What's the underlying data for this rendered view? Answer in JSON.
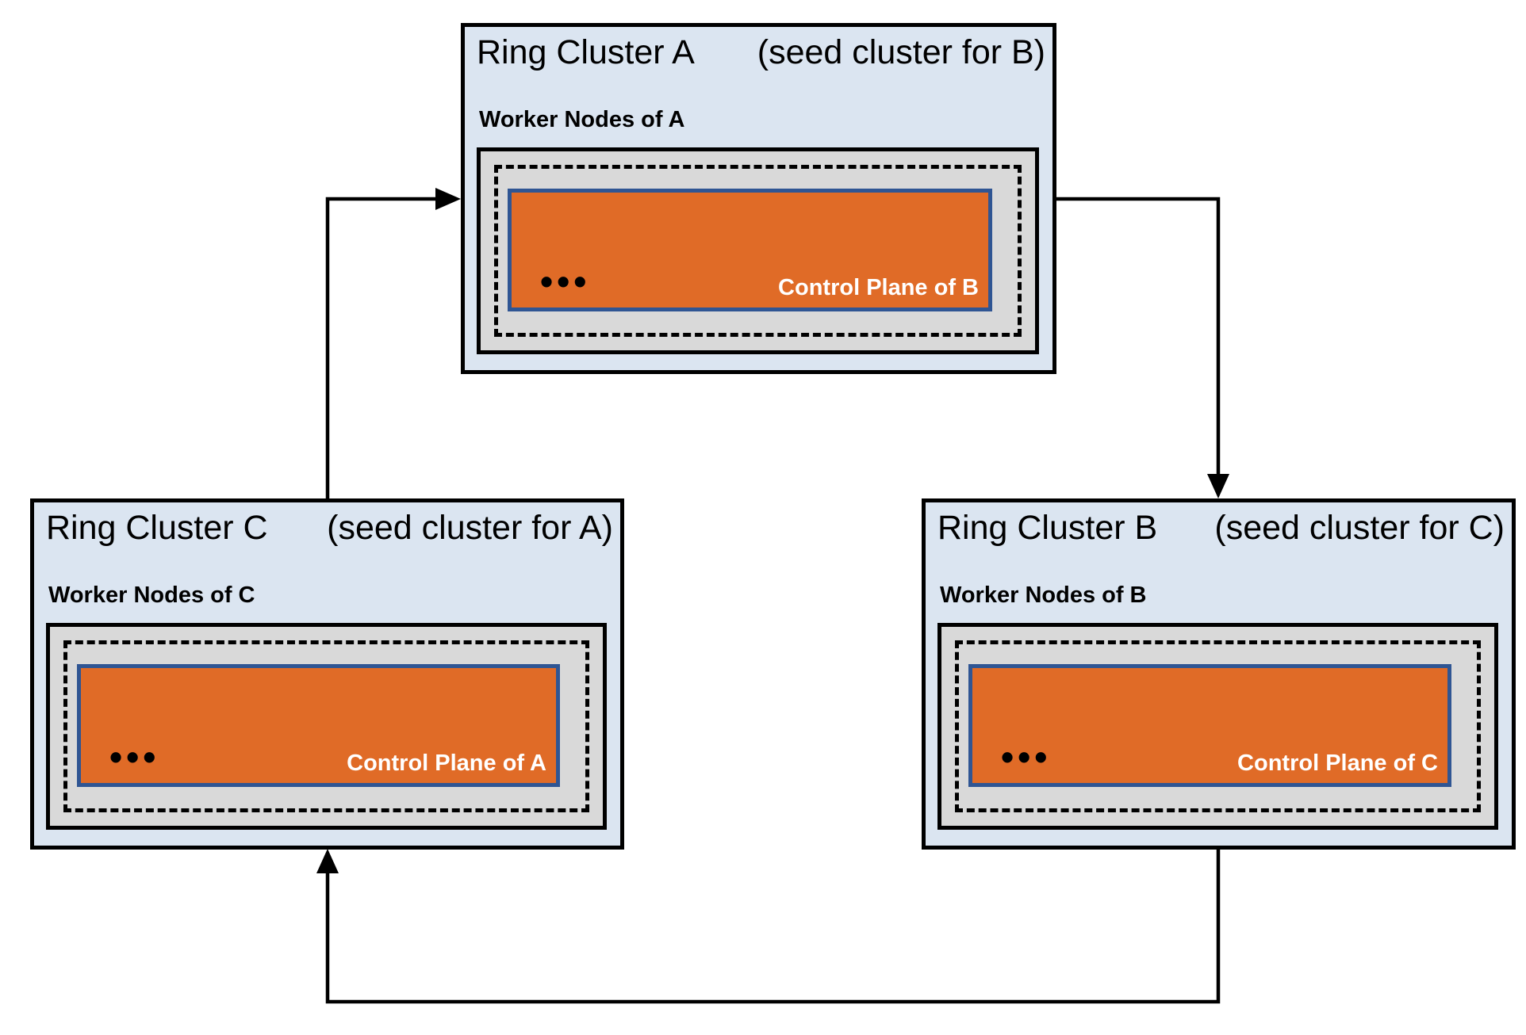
{
  "colors": {
    "page_bg": "#ffffff",
    "line_color": "#000000",
    "cluster_bg": "#dbe5f1",
    "node_bg": "#d9d9d9",
    "cp_bg": "#e06b27",
    "cp_border": "#2f5593"
  },
  "clusters": {
    "a": {
      "title": "Ring Cluster A",
      "subtitle": "(seed cluster for B)",
      "worker_label": "Worker Nodes of A",
      "dots": "•••",
      "control_plane_label": "Control Plane of B"
    },
    "b": {
      "title": "Ring Cluster B",
      "subtitle": "(seed cluster for C)",
      "worker_label": "Worker Nodes of B",
      "dots": "•••",
      "control_plane_label": "Control Plane of C"
    },
    "c": {
      "title": "Ring Cluster C",
      "subtitle": "(seed cluster for A)",
      "worker_label": "Worker Nodes of C",
      "dots": "•••",
      "control_plane_label": "Control Plane of A"
    }
  },
  "connections": [
    {
      "from": "Ring Cluster C",
      "to": "Ring Cluster A"
    },
    {
      "from": "Ring Cluster A",
      "to": "Ring Cluster B"
    },
    {
      "from": "Ring Cluster B",
      "to": "Ring Cluster C"
    }
  ]
}
